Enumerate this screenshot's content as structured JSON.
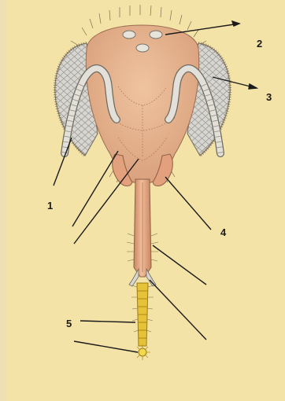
{
  "labels": {
    "l1": "1",
    "l2": "2",
    "l3": "3",
    "l4": "4",
    "l5": "5"
  },
  "colors": {
    "background": "#f4e3a6",
    "head": "#e8b48f",
    "proboscis": "#e3a583",
    "eyes": "#d7d6d1",
    "antennae": "#e2e0d8",
    "tip": "#e6c238",
    "hair": "#7d6a52",
    "line": "#1a1a1a"
  }
}
